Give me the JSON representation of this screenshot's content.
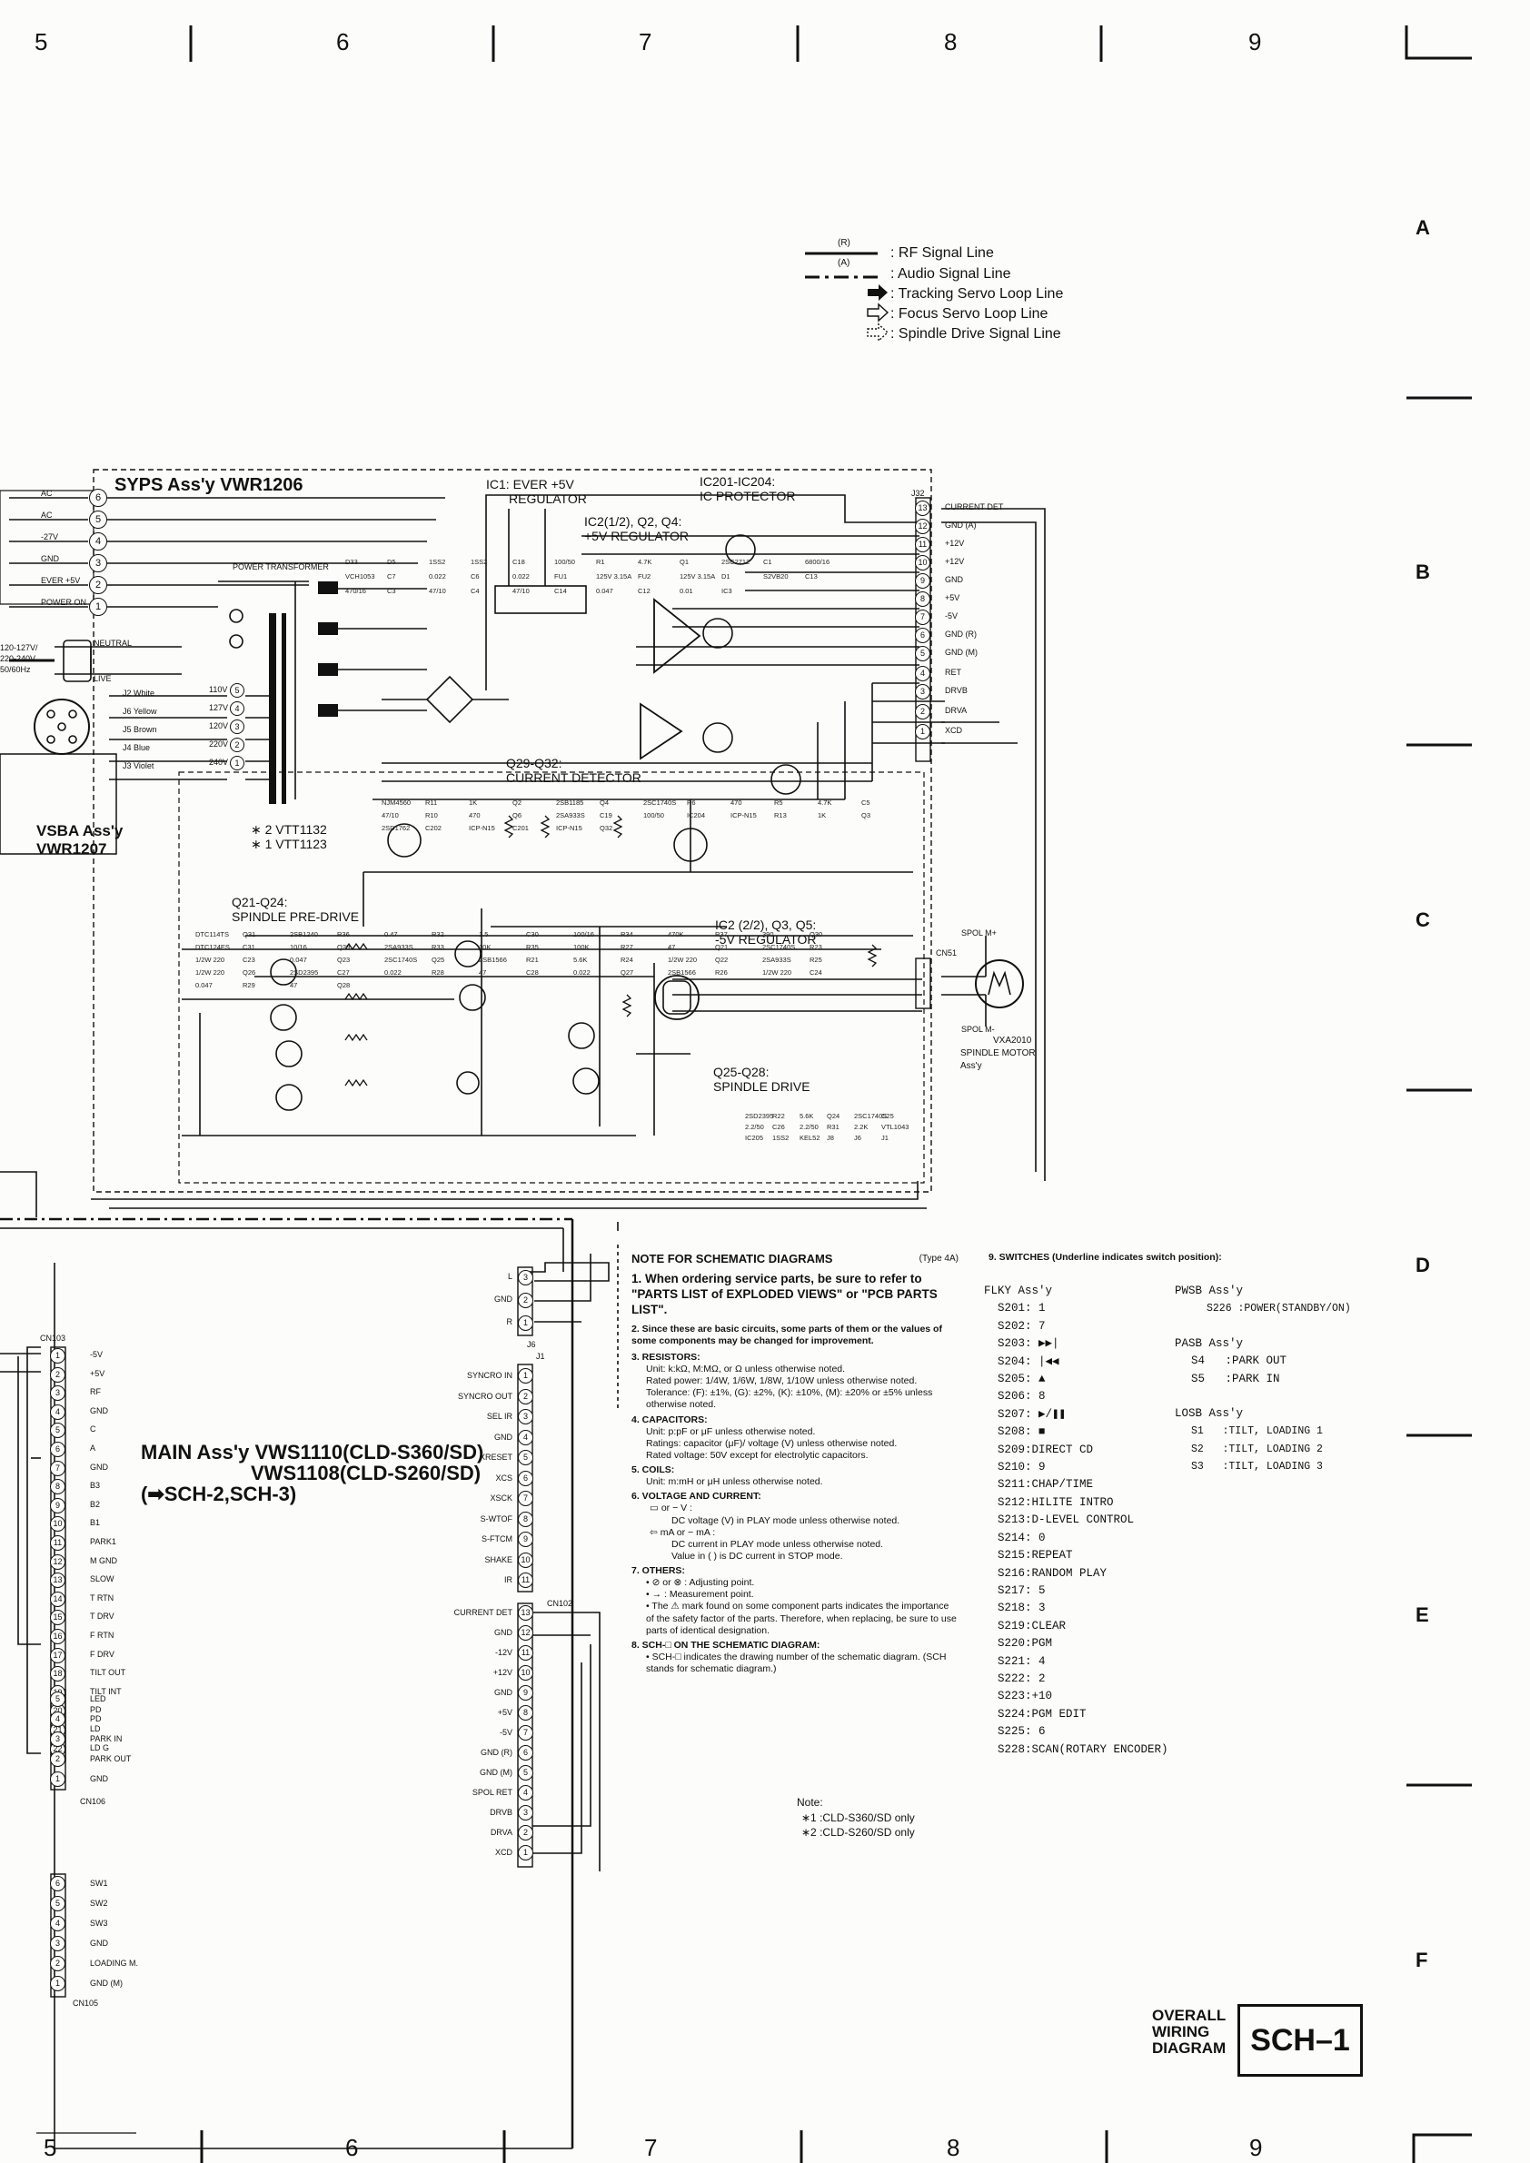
{
  "grid": {
    "columns_top": [
      "5",
      "6",
      "7",
      "8",
      "9"
    ],
    "columns_bottom": [
      "5",
      "6",
      "7",
      "8",
      "9"
    ],
    "rows": [
      "A",
      "B",
      "C",
      "D",
      "E",
      "F"
    ]
  },
  "legend": {
    "r_tag": "(R)",
    "a_tag": "(A)",
    "rf": ": RF Signal Line",
    "audio": ": Audio Signal Line",
    "tracking": ": Tracking Servo Loop Line",
    "focus": ": Focus Servo Loop Line",
    "spindle": ": Spindle Drive Signal Line"
  },
  "blocks": {
    "syps": "SYPS Ass'y VWR1206",
    "vsba": "VSBA Ass'y",
    "vsba_no": "VWR1207",
    "ic1": "IC1: EVER +5V",
    "ic1b": "REGULATOR",
    "ic201": "IC201-IC204:",
    "ic201b": "IC PROTECTOR",
    "ic2": "IC2(1/2), Q2, Q4:",
    "ic2b": "+5V REGULATOR",
    "q29": "Q29-Q32:",
    "q29b": "CURRENT DETECTOR",
    "q21": "Q21-Q24:",
    "q21b": "SPINDLE PRE-DRIVE",
    "ic22": "IC2 (2/2), Q3, Q5:",
    "ic22b": "-5V REGULATOR",
    "q25": "Q25-Q28:",
    "q25b": "SPINDLE DRIVE",
    "vtt1": "∗ 2 VTT1132",
    "vtt2": "∗ 1 VTT1123",
    "power_tr": "POWER TRANSFORMER",
    "neutral": "NEUTRAL",
    "live": "LIVE",
    "mains": [
      "120-127V/",
      "220-240V",
      "50/60Hz"
    ],
    "motor": "VXA2010",
    "motor2": "SPINDLE MOTOR",
    "motor3": "Ass'y",
    "spol_p": "SPOL M+",
    "spol_m": "SPOL M-",
    "cn51": "CN51",
    "j32": "J32"
  },
  "syps_left_labels": [
    "AC",
    "AC",
    "-27V",
    "GND",
    "EVER +5V",
    "POWER ON"
  ],
  "syps_left_pins": [
    "6",
    "5",
    "4",
    "3",
    "2",
    "1"
  ],
  "syps_right_labels": [
    "CURRENT DET",
    "GND (A)",
    "+12V",
    "+12V",
    "GND",
    "+5V",
    "-5V",
    "GND (R)",
    "GND (M)",
    "RET",
    "DRVB",
    "DRVA",
    "XCD"
  ],
  "syps_right_pins": [
    "13",
    "12",
    "11",
    "10",
    "9",
    "8",
    "7",
    "6",
    "5",
    "4",
    "3",
    "2",
    "1"
  ],
  "transformer_taps": [
    {
      "pin": "5",
      "name": "J2 White",
      "volt": "110V"
    },
    {
      "pin": "4",
      "name": "J6 Yellow",
      "volt": "127V"
    },
    {
      "pin": "3",
      "name": "J5 Brown",
      "volt": "120V"
    },
    {
      "pin": "2",
      "name": "J4 Blue",
      "volt": "220V"
    },
    {
      "pin": "1",
      "name": "J3 Violet",
      "volt": "240V"
    }
  ],
  "parts": [
    "D33",
    "D5",
    "1SS2",
    "1SS2",
    "C18",
    "100/50",
    "R1",
    "4.7K",
    "Q1",
    "2SC2712",
    "C1",
    "6800/16",
    "VCH1053",
    "C7",
    "0.022",
    "C6",
    "0.022",
    "FU1",
    "125V 3.15A",
    "FU2",
    "125V 3.15A",
    "D1",
    "S2VB20",
    "C13",
    "470/16",
    "C3",
    "47/10",
    "C4",
    "47/10",
    "C14",
    "0.047",
    "C12",
    "0.01",
    "IC3",
    "NJM4560",
    "R11",
    "1K",
    "Q2",
    "2SB1185",
    "Q4",
    "2SC1740S",
    "R6",
    "470",
    "R5",
    "4.7K",
    "C5",
    "47/10",
    "R10",
    "470",
    "Q6",
    "2SA933S",
    "C19",
    "100/50",
    "IC204",
    "ICP-N15",
    "R13",
    "1K",
    "Q3",
    "2SD1762",
    "C202",
    "ICP-N15",
    "C201",
    "ICP-N15",
    "Q32",
    "DTC114TS",
    "Q31",
    "2SB1240",
    "R36",
    "0.47",
    "R32",
    "1.5",
    "C30",
    "100/16",
    "R34",
    "470K",
    "R37",
    "390",
    "Q30",
    "DTC124ES",
    "C31",
    "10/16",
    "Q29",
    "2SA933S",
    "R33",
    "10K",
    "R35",
    "100K",
    "R27",
    "47",
    "Q21",
    "2SC1740S",
    "R23",
    "1/2W 220",
    "C23",
    "0.047",
    "Q23",
    "2SC1740S",
    "Q25",
    "2SB1566",
    "R21",
    "5.6K",
    "R24",
    "1/2W 220",
    "Q22",
    "2SA933S",
    "R25",
    "1/2W 220",
    "Q26",
    "2SD2395",
    "C27",
    "0.022",
    "R28",
    "47",
    "C28",
    "0.022",
    "Q27",
    "2SB1566",
    "R26",
    "1/2W 220",
    "C24",
    "0.047",
    "R29",
    "47",
    "Q28",
    "2SD2395",
    "R22",
    "5.6K",
    "Q24",
    "2SC1740S",
    "C25",
    "2.2/50",
    "C26",
    "2.2/50",
    "R31",
    "2.2K",
    "VTL1043",
    "IC205",
    "1SS2",
    "KEL52",
    "J8",
    "J6",
    "J1"
  ],
  "main": {
    "title1": "MAIN Ass'y VWS1110(CLD-S360/SD)",
    "title2": "VWS1108(CLD-S260/SD)",
    "title3": "(➡SCH-2,SCH-3)",
    "cn103": "CN103",
    "cn103_labels": [
      "-5V",
      "+5V",
      "RF",
      "GND",
      "C",
      "A",
      "GND",
      "B3",
      "B2",
      "B1",
      "PARK1",
      "M GND",
      "SLOW",
      "T RTN",
      "T DRV",
      "F RTN",
      "F DRV",
      "TILT OUT",
      "TILT INT",
      "PD",
      "LD",
      "LD G"
    ],
    "cn103_pins": [
      "1",
      "2",
      "3",
      "4",
      "5",
      "6",
      "7",
      "8",
      "9",
      "10",
      "11",
      "12",
      "13",
      "14",
      "15",
      "16",
      "17",
      "18",
      "19",
      "20",
      "21",
      "22"
    ],
    "cn106": "CN106",
    "cn106_labels": [
      "LED",
      "PD",
      "PARK IN",
      "PARK OUT",
      "GND"
    ],
    "cn106_pins": [
      "5",
      "4",
      "3",
      "2",
      "1"
    ],
    "cn105": "CN105",
    "cn105_labels": [
      "SW1",
      "SW2",
      "SW3",
      "GND",
      "LOADING M.",
      "GND (M)"
    ],
    "cn105_pins": [
      "6",
      "5",
      "4",
      "3",
      "2",
      "1"
    ],
    "j6": "J6",
    "j6_labels": [
      "L",
      "GND",
      "R"
    ],
    "j6_pins": [
      "3",
      "2",
      "1"
    ],
    "j1": "J1",
    "j1_labels": [
      "SYNCRO IN",
      "SYNCRO OUT",
      "SEL IR",
      "GND",
      "XRESET",
      "XCS",
      "XSCK",
      "S-WTOF",
      "S-FTCM",
      "SHAKE",
      "IR"
    ],
    "j1_pins": [
      "1",
      "2",
      "3",
      "4",
      "5",
      "6",
      "7",
      "8",
      "9",
      "10",
      "11"
    ],
    "cn102": "CN102",
    "cn102_labels": [
      "CURRENT DET",
      "GND",
      "-12V",
      "+12V",
      "GND",
      "+5V",
      "-5V",
      "GND (R)",
      "GND (M)",
      "SPOL RET",
      "DRVB",
      "DRVA",
      "XCD"
    ],
    "cn102_pins": [
      "13",
      "12",
      "11",
      "10",
      "9",
      "8",
      "7",
      "6",
      "5",
      "4",
      "3",
      "2",
      "1"
    ]
  },
  "notes": {
    "title": "NOTE FOR SCHEMATIC DIAGRAMS",
    "type": "(Type 4A)",
    "n1": "1. When ordering service parts, be sure to refer to \"PARTS LIST of EXPLODED VIEWS\" or \"PCB PARTS LIST\".",
    "n2": "2. Since these are basic circuits, some parts of them or the values of some components may be changed for improvement.",
    "n3h": "3. RESISTORS:",
    "n3a": "Unit: k:kΩ, M:MΩ, or Ω unless otherwise noted.",
    "n3b": "Rated power: 1/4W, 1/6W, 1/8W, 1/10W unless otherwise noted.",
    "n3c": "Tolerance: (F): ±1%, (G): ±2%, (K): ±10%, (M): ±20% or ±5% unless otherwise noted.",
    "n4h": "4. CAPACITORS:",
    "n4a": "Unit: p:pF or μF unless otherwise noted.",
    "n4b": "Ratings: capacitor (μF)/ voltage (V) unless otherwise noted.",
    "n4c": "Rated voltage: 50V except for electrolytic capacitors.",
    "n5h": "5. COILS:",
    "n5a": "Unit: m:mH or μH unless otherwise noted.",
    "n6h": "6. VOLTAGE AND CURRENT:",
    "n6a": "▭ or − V :",
    "n6b": "DC voltage (V) in PLAY mode unless otherwise noted.",
    "n6c": "⇦ mA or − mA :",
    "n6d": "DC current in PLAY mode unless otherwise noted.",
    "n6e": "Value in (   ) is DC current in STOP mode.",
    "n7h": "7. OTHERS:",
    "n7a": "• ⊘ or ⊗ : Adjusting point.",
    "n7b": "• → : Measurement point.",
    "n7c": "• The ⚠ mark found on some component parts indicates the importance of the safety factor of the parts. Therefore, when replacing, be sure to use parts of identical designation.",
    "n8h": "8. SCH-□ ON THE SCHEMATIC DIAGRAM:",
    "n8a": "• SCH-□ indicates the drawing number of the schematic diagram. (SCH stands for schematic diagram.)"
  },
  "switches": {
    "title": "9. SWITCHES (Underline indicates switch position):",
    "flky": "FLKY Ass'y",
    "flky_items": [
      "S201: 1",
      "S202: 7",
      "S203: ▶▶|",
      "S204: |◀◀",
      "S205: ▲",
      "S206: 8",
      "S207: ▶/❚❚",
      "S208: ■",
      "S209:DIRECT CD",
      "S210: 9",
      "S211:CHAP/TIME",
      "S212:HILITE INTRO",
      "S213:D-LEVEL CONTROL",
      "S214: 0",
      "S215:REPEAT",
      "S216:RANDOM PLAY",
      "S217: 5",
      "S218: 3",
      "S219:CLEAR",
      "S220:PGM",
      "S221: 4",
      "S222: 2",
      "S223:+10",
      "S224:PGM EDIT",
      "S225: 6",
      "S228:SCAN(ROTARY ENCODER)"
    ],
    "pwsb": "PWSB Ass'y",
    "pwsb_items": [
      "S226 :POWER(STANDBY/ON)"
    ],
    "pasb": "PASB Ass'y",
    "pasb_items": [
      "S4   :PARK OUT",
      "S5   :PARK IN"
    ],
    "losb": "LOSB Ass'y",
    "losb_items": [
      "S1   :TILT, LOADING 1",
      "S2   :TILT, LOADING 2",
      "S3   :TILT, LOADING 3"
    ]
  },
  "footnote": {
    "title": "Note:",
    "l1": "∗1 :CLD-S360/SD  only",
    "l2": "∗2 :CLD-S260/SD  only"
  },
  "title_block": {
    "line1": "OVERALL",
    "line2": "WIRING",
    "line3": "DIAGRAM",
    "code": "SCH–1"
  },
  "misc": {
    "a_tag_wire": "(A)"
  }
}
